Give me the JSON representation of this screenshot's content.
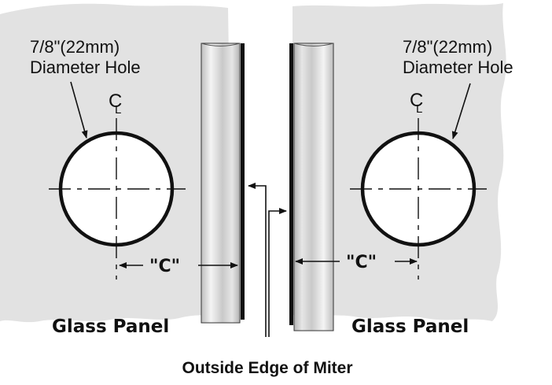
{
  "left_panel": {
    "hole_size": "7/8\"(22mm)",
    "hole_desc": "Diameter Hole",
    "centerline": "C",
    "centerline_sub": "L",
    "dimension": "\"C\"",
    "panel_label": "Glass Panel"
  },
  "right_panel": {
    "hole_size": "7/8\"(22mm)",
    "hole_desc": "Diameter Hole",
    "centerline": "C",
    "centerline_sub": "L",
    "dimension": "\"C\"",
    "panel_label": "Glass Panel"
  },
  "miter_caption": "Outside Edge of Miter",
  "colors": {
    "glass_background": "#e2e2e2",
    "outline": "#111111",
    "background": "#ffffff"
  }
}
